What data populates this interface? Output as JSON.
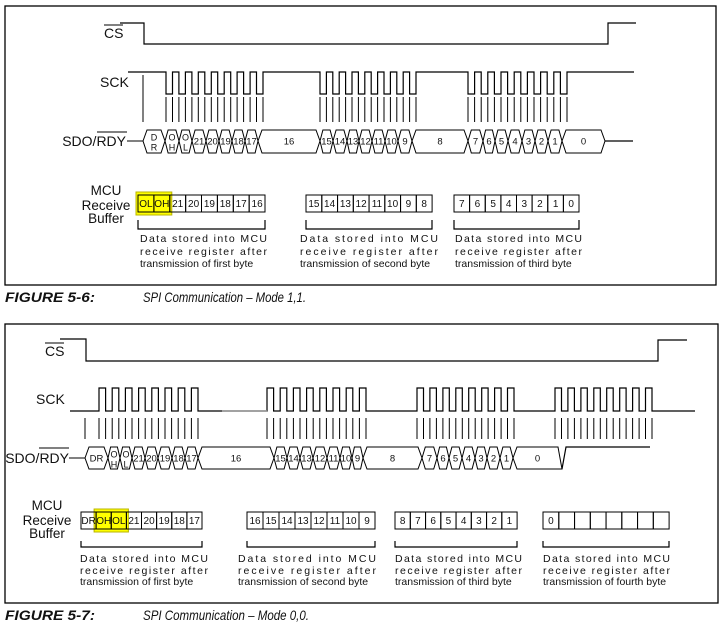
{
  "colors": {
    "line": "#000000",
    "highlight": "#FFFF00",
    "highlight_border": "#B8B400",
    "idle_segment": "#999999"
  },
  "figures": [
    {
      "signals": {
        "cs": "CS",
        "sck": "SCK",
        "sdo_prefix": "SDO/",
        "rdy": "RDY"
      },
      "sdo_cells": [
        [
          "D",
          "R"
        ],
        [
          "O",
          "H"
        ],
        [
          "O",
          "L"
        ],
        [
          "21"
        ],
        [
          "20"
        ],
        [
          "19"
        ],
        [
          "18"
        ],
        [
          "17"
        ],
        [
          "16"
        ],
        [
          "15"
        ],
        [
          "14"
        ],
        [
          "13"
        ],
        [
          "12"
        ],
        [
          "11"
        ],
        [
          "10"
        ],
        [
          "9"
        ],
        [
          "8"
        ],
        [
          "7"
        ],
        [
          "6"
        ],
        [
          "5"
        ],
        [
          "4"
        ],
        [
          "3"
        ],
        [
          "2"
        ],
        [
          "1"
        ],
        [
          "0"
        ]
      ],
      "buffer_label": [
        "MCU",
        "Receive",
        "Buffer"
      ],
      "buffers": [
        {
          "cells": [
            "OL",
            "OH",
            "21",
            "20",
            "19",
            "18",
            "17",
            "16"
          ],
          "highlighted": [
            0,
            1
          ],
          "note": [
            "Data stored into MCU",
            "receive register after",
            "transmission of first byte"
          ]
        },
        {
          "cells": [
            "15",
            "14",
            "13",
            "12",
            "11",
            "10",
            "9",
            "8"
          ],
          "highlighted": [],
          "note": [
            "Data stored into MCU",
            "receive register after",
            "transmission of second byte"
          ]
        },
        {
          "cells": [
            "7",
            "6",
            "5",
            "4",
            "3",
            "2",
            "1",
            "0"
          ],
          "highlighted": [],
          "note": [
            "Data stored into MCU",
            "receive register after",
            "transmission of third byte"
          ]
        }
      ],
      "caption": {
        "label": "FIGURE 5-6:",
        "title": "SPI Communication – Mode 1,1."
      }
    },
    {
      "signals": {
        "cs": "CS",
        "sck": "SCK",
        "sdo_prefix": "SDO/",
        "rdy": "RDY"
      },
      "sdo_cells": [
        [
          "DR"
        ],
        [
          "O",
          "H"
        ],
        [
          "O",
          "L"
        ],
        [
          "21"
        ],
        [
          "20"
        ],
        [
          "19"
        ],
        [
          "18"
        ],
        [
          "17"
        ],
        [
          "16"
        ],
        [
          "15"
        ],
        [
          "14"
        ],
        [
          "13"
        ],
        [
          "12"
        ],
        [
          "11"
        ],
        [
          "10"
        ],
        [
          "9"
        ],
        [
          "8"
        ],
        [
          "7"
        ],
        [
          "6"
        ],
        [
          "5"
        ],
        [
          "4"
        ],
        [
          "3"
        ],
        [
          "2"
        ],
        [
          "1"
        ],
        [
          "0"
        ]
      ],
      "buffer_label": [
        "MCU",
        "Receive",
        "Buffer"
      ],
      "buffers": [
        {
          "cells": [
            "DR",
            "OH",
            "OL",
            "21",
            "20",
            "19",
            "18",
            "17"
          ],
          "highlighted": [
            1,
            2
          ],
          "note": [
            "Data stored into MCU",
            "receive register after",
            "transmission of first byte"
          ]
        },
        {
          "cells": [
            "16",
            "15",
            "14",
            "13",
            "12",
            "11",
            "10",
            "9"
          ],
          "highlighted": [],
          "note": [
            "Data stored into MCU",
            "receive register after",
            "transmission of second byte"
          ]
        },
        {
          "cells": [
            "8",
            "7",
            "6",
            "5",
            "4",
            "3",
            "2",
            "1"
          ],
          "highlighted": [],
          "note": [
            "Data stored into MCU",
            "receive register after",
            "transmission of third byte"
          ]
        },
        {
          "cells": [
            "0",
            "",
            "",
            "",
            "",
            "",
            "",
            ""
          ],
          "highlighted": [],
          "note": [
            "Data stored into MCU",
            "receive register after",
            "transmission of fourth byte"
          ]
        }
      ],
      "caption": {
        "label": "FIGURE 5-7:",
        "title": "SPI Communication – Mode 0,0."
      }
    }
  ]
}
